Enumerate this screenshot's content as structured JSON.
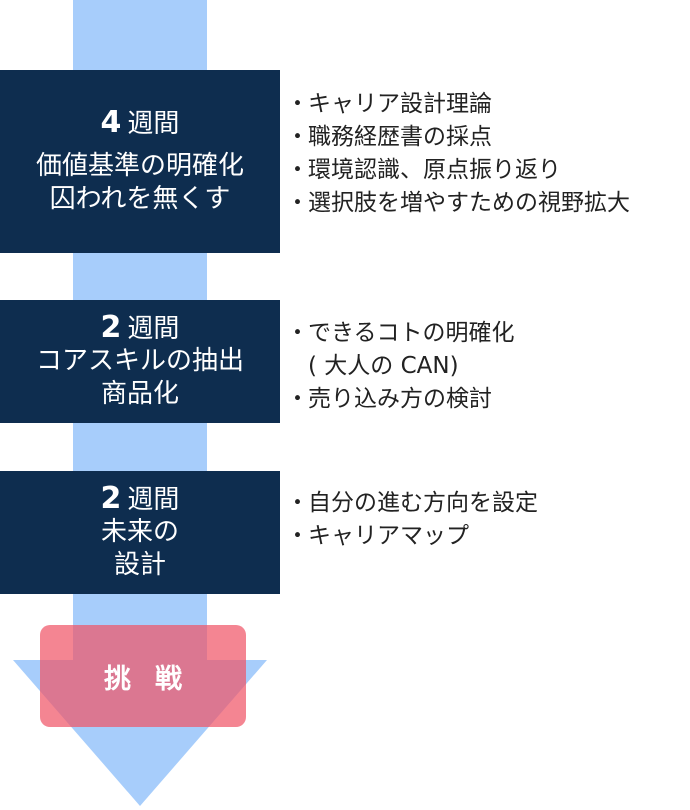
{
  "stages": [
    {
      "duration_num": "4",
      "duration_unit": "週間",
      "title": "価値基準の明確化\n囚われを無くす",
      "items": [
        "キャリア設計理論",
        "職務経歴書の採点",
        "環境認識、原点振り返り",
        "選択肢を増やすための視野拡大"
      ]
    },
    {
      "duration_num": "2",
      "duration_unit": "週間",
      "title": "コアスキルの抽出\n商品化",
      "items": [
        "できるコトの明確化",
        "( 大人の CAN)",
        "売り込み方の検討"
      ]
    },
    {
      "duration_num": "2",
      "duration_unit": "週間",
      "title": "未来の\n設計",
      "items": [
        "自分の進む方向を設定",
        "キャリアマップ"
      ]
    }
  ],
  "bullet_mark": "・",
  "challenge_label": "挑戦",
  "colors": {
    "stage_bg": "#0e2d4f",
    "arrow": "#a7cdfb",
    "challenge": "#f05668",
    "text": "#222222"
  }
}
